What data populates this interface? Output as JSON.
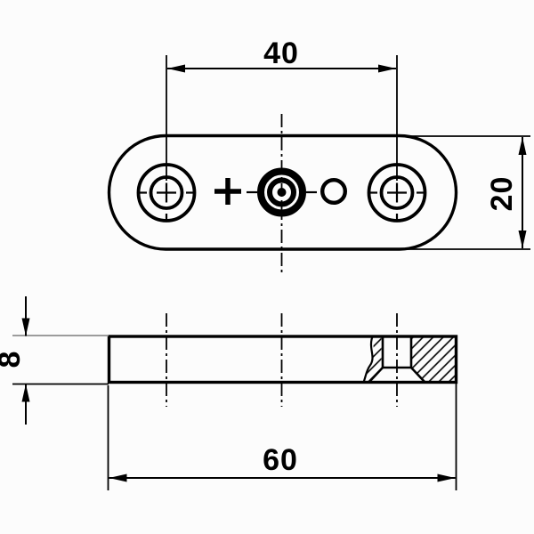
{
  "colors": {
    "background": "#fcfcfc",
    "line": "#000000",
    "faint_extension": "#8f8f8f"
  },
  "dimensions": {
    "hole_spacing": "40",
    "plate_height": "20",
    "plate_thickness": "8",
    "plate_length": "60"
  }
}
